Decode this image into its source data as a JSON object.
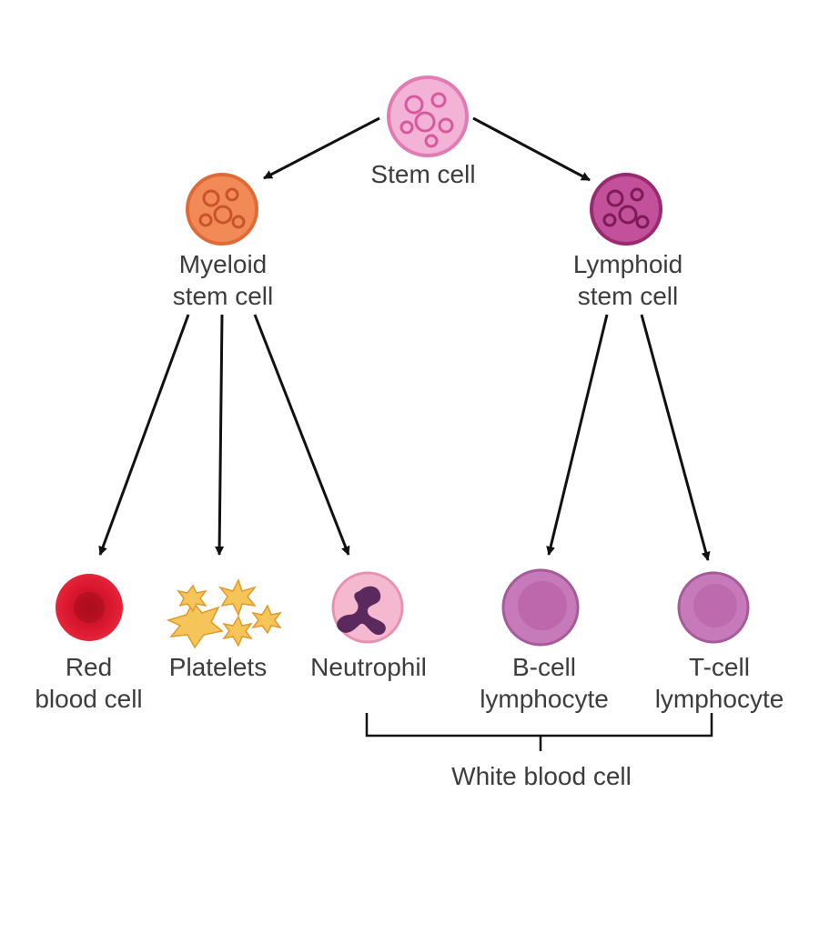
{
  "nodes": {
    "stem_cell": {
      "label": "Stem cell",
      "color": "#e98cc0"
    },
    "myeloid": {
      "line1": "Myeloid",
      "line2": "stem cell",
      "color": "#ea7a4a"
    },
    "lymphoid": {
      "line1": "Lymphoid",
      "line2": "stem cell",
      "color": "#b2367f"
    },
    "red_blood_cell": {
      "line1": "Red",
      "line2": "blood cell",
      "color": "#d8162e"
    },
    "platelets": {
      "label": "Platelets",
      "color": "#f2b84a"
    },
    "neutrophil": {
      "label": "Neutrophil",
      "color": "#f0a8c4",
      "nucleus_color": "#5a2a5e"
    },
    "b_cell": {
      "line1": "B-cell",
      "line2": "lymphocyte",
      "color": "#c77ab9"
    },
    "t_cell": {
      "line1": "T-cell",
      "line2": "lymphocyte",
      "color": "#c77ab9"
    }
  },
  "group": {
    "label": "White blood cell"
  },
  "colors": {
    "text": "#3d3d3d",
    "arrow": "#111111"
  }
}
